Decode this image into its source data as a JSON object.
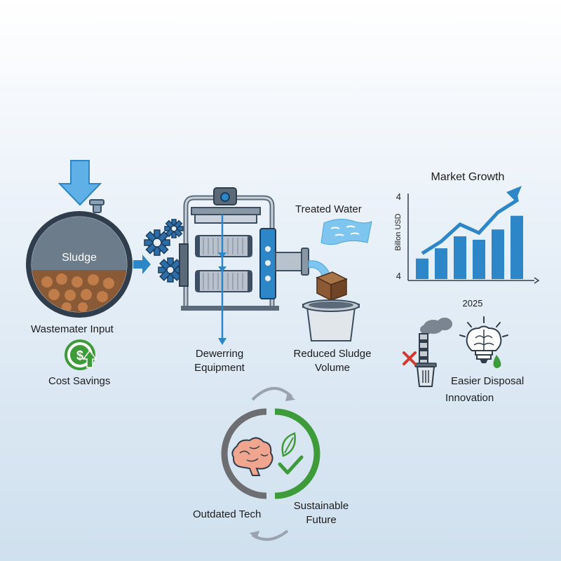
{
  "labels": {
    "sludge": "Sludge",
    "wastewater_input": "Wastemater Input",
    "cost_savings": "Cost Savings",
    "dewatering_line1": "Dewerring",
    "dewatering_line2": "Equipment",
    "treated_water": "Treated Water",
    "reduced_line1": "Reduced Sludge",
    "reduced_line2": "Volume",
    "easier_disposal": "Easier Disposal",
    "innovation": "Innovation",
    "outdated_tech": "Outdated Tech",
    "sustainable_line1": "Sustainable",
    "sustainable_line2": "Future"
  },
  "icons": {
    "input_arrow": "down-arrow-icon",
    "cost": "dollar-growth-icon",
    "gears": "gear-icon",
    "water": "water-wave-icon",
    "factory": "factory-smoke-icon",
    "brain_bulb": "brain-lightbulb-icon",
    "trash": "trash-bin-icon",
    "cross": "red-x-icon",
    "leaf": "leaf-icon",
    "check": "check-icon",
    "brain": "brain-icon",
    "cycle": "cycle-arrows-icon"
  },
  "colors": {
    "blue": "#2d86c8",
    "dark_blue": "#1f5f95",
    "green": "#3e9b3a",
    "gray": "#6d6e72",
    "brown": "#8b5a34",
    "red": "#d33a2c"
  },
  "chart_data": {
    "type": "bar",
    "title": "Market Growth",
    "ylabel": "Billon USD",
    "y_tick_labels": [
      "4",
      "4"
    ],
    "x_tick_labels": [
      "2025"
    ],
    "values": [
      1.2,
      1.8,
      2.5,
      2.3,
      2.9,
      3.7
    ],
    "trend": [
      1.5,
      2.2,
      3.2,
      2.7,
      3.9,
      4.6
    ],
    "ylim": [
      0,
      5
    ]
  }
}
